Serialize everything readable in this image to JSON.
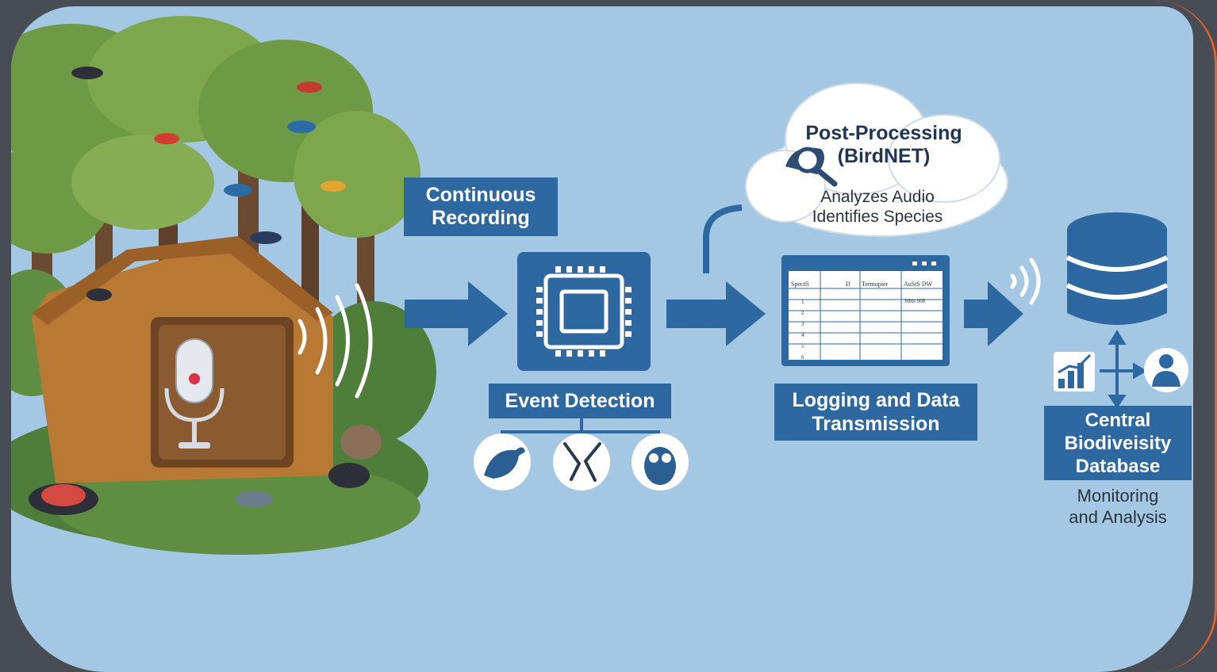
{
  "nodes": {
    "continuous_recording": "Continuous\nRecording",
    "event_detection": "Event Detection",
    "post_processing_title": "Post-Processing\n(BirdNET)",
    "post_processing_desc": "Analyzes Audio\nIdentifies Species",
    "logging": "Logging and Data\nTransmission",
    "central_db": "Central\nBiodiveisity\nDatabase",
    "monitoring": "Monitoring\nand Analysis"
  },
  "table": {
    "headers": [
      "Specifi",
      "D",
      "Termopier",
      "AuStS DW"
    ],
    "first_row_value": "Stbts 900",
    "row_numbers": [
      "1",
      "2",
      "3",
      "4",
      "5",
      "6"
    ]
  },
  "icons": [
    "bird-icon",
    "broken-branch-icon",
    "owl-icon",
    "microchip-icon",
    "magnifier-icon",
    "database-icon",
    "bar-chart-icon",
    "researcher-icon",
    "wifi-signal-icon",
    "microphone-icon"
  ],
  "colors": {
    "background": "#a4c8e3",
    "box": "#2d68a1",
    "frame": "#474c55",
    "accent": "#e2632a"
  }
}
